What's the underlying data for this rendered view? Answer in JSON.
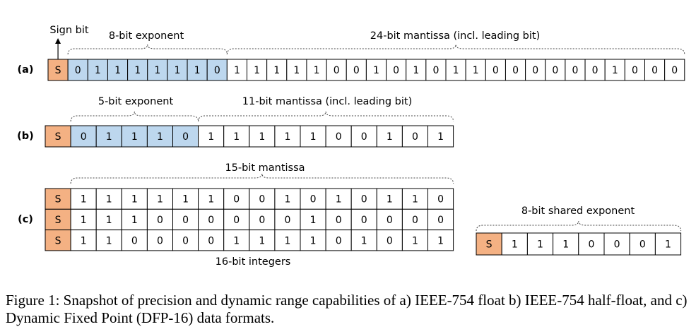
{
  "rows": {
    "a": {
      "label": "(a)",
      "bits": [
        "S",
        "0",
        "1",
        "1",
        "1",
        "1",
        "1",
        "1",
        "0",
        "1",
        "1",
        "1",
        "1",
        "1",
        "0",
        "0",
        "1",
        "0",
        "1",
        "0",
        "1",
        "1",
        "0",
        "0",
        "0",
        "0",
        "0",
        "0",
        "1",
        "0",
        "0",
        "0"
      ],
      "types": [
        "s",
        "e",
        "e",
        "e",
        "e",
        "e",
        "e",
        "e",
        "e",
        "m",
        "m",
        "m",
        "m",
        "m",
        "m",
        "m",
        "m",
        "m",
        "m",
        "m",
        "m",
        "m",
        "m",
        "m",
        "m",
        "m",
        "m",
        "m",
        "m",
        "m",
        "m",
        "m"
      ],
      "sign_label": "Sign bit",
      "exponent_label": "8-bit exponent",
      "mantissa_label": "24-bit mantissa (incl. leading bit)"
    },
    "b": {
      "label": "(b)",
      "bits": [
        "S",
        "0",
        "1",
        "1",
        "1",
        "0",
        "1",
        "1",
        "1",
        "1",
        "1",
        "0",
        "0",
        "1",
        "0",
        "1"
      ],
      "types": [
        "s",
        "e",
        "e",
        "e",
        "e",
        "e",
        "m",
        "m",
        "m",
        "m",
        "m",
        "m",
        "m",
        "m",
        "m",
        "m"
      ],
      "exponent_label": "5-bit exponent",
      "mantissa_label": "11-bit mantissa (incl. leading bit)"
    },
    "c": {
      "label": "(c)",
      "mantissa_label": "15-bit mantissa",
      "integers_label": "16-bit integers",
      "rows": [
        [
          "S",
          "1",
          "1",
          "1",
          "1",
          "1",
          "1",
          "0",
          "0",
          "1",
          "0",
          "1",
          "0",
          "1",
          "1",
          "0"
        ],
        [
          "S",
          "1",
          "1",
          "1",
          "0",
          "0",
          "0",
          "0",
          "0",
          "0",
          "1",
          "0",
          "0",
          "0",
          "0",
          "0"
        ],
        [
          "S",
          "1",
          "1",
          "0",
          "0",
          "0",
          "0",
          "1",
          "1",
          "1",
          "1",
          "0",
          "1",
          "0",
          "1",
          "1"
        ]
      ],
      "shared_exponent_label": "8-bit shared exponent",
      "shared_exponent_bits": [
        "S",
        "1",
        "1",
        "1",
        "0",
        "0",
        "0",
        "1"
      ]
    }
  },
  "caption": "Figure 1: Snapshot of precision and dynamic range capabilities of a) IEEE-754 float b) IEEE-754 half-float, and c) Dynamic Fixed Point (DFP-16) data formats.",
  "colors": {
    "sign": "#f4b183",
    "exponent": "#bdd7ee",
    "mantissa": "#ffffff"
  }
}
